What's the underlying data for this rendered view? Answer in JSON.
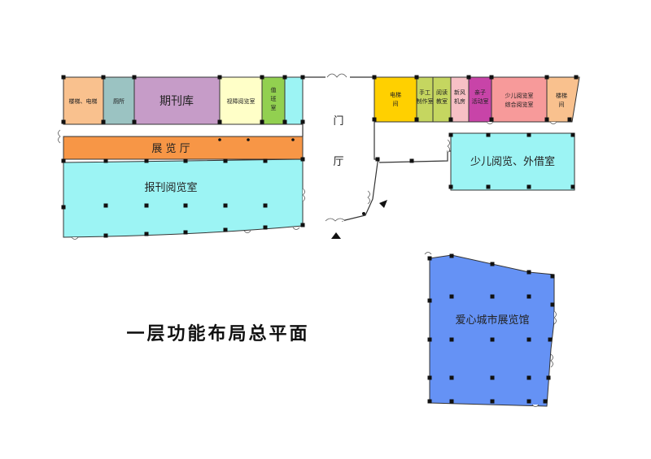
{
  "title": "一层功能布局总平面",
  "colors": {
    "stair": "#F9C18E",
    "toilet": "#9BC3C2",
    "periodical": "#C69CC8",
    "light_yellow": "#FFFFC8",
    "green": "#92D050",
    "cyan": "#9CF4F4",
    "orange": "#F79646",
    "yellow": "#FFD000",
    "olive": "#C5D660",
    "pink_light": "#F7C0C5",
    "magenta": "#C844A8",
    "salmon": "#F79A9A",
    "blue": "#6592F5"
  },
  "rooms": {
    "stair_left": "楼梯、电梯",
    "toilet": "厕所",
    "periodical": "期刊库",
    "visually_impaired": "视障阅览室",
    "duty_line1": "值",
    "duty_line2": "班",
    "duty_line3": "室",
    "exhibition": "展  览  厅",
    "newspaper": "报刊阅览室",
    "lobby_top": "门",
    "lobby_bottom": "厅",
    "elevator_line1": "电梯",
    "elevator_line2": "间",
    "handcraft_line1": "手工",
    "handcraft_line2": "制作室",
    "reading_class_line1": "阅读",
    "reading_class_line2": "教室",
    "fan_room_line1": "新风",
    "fan_room_line2": "机房",
    "parent_child_line1": "亲子",
    "parent_child_line2": "活动室",
    "kids_reading_line1": "少儿阅览室",
    "kids_reading_line2": "综合阅览室",
    "stair_right_line1": "楼梯",
    "stair_right_line2": "间",
    "kids_lending": "少儿阅览、外借室",
    "city_hall": "爱心城市展览馆"
  }
}
